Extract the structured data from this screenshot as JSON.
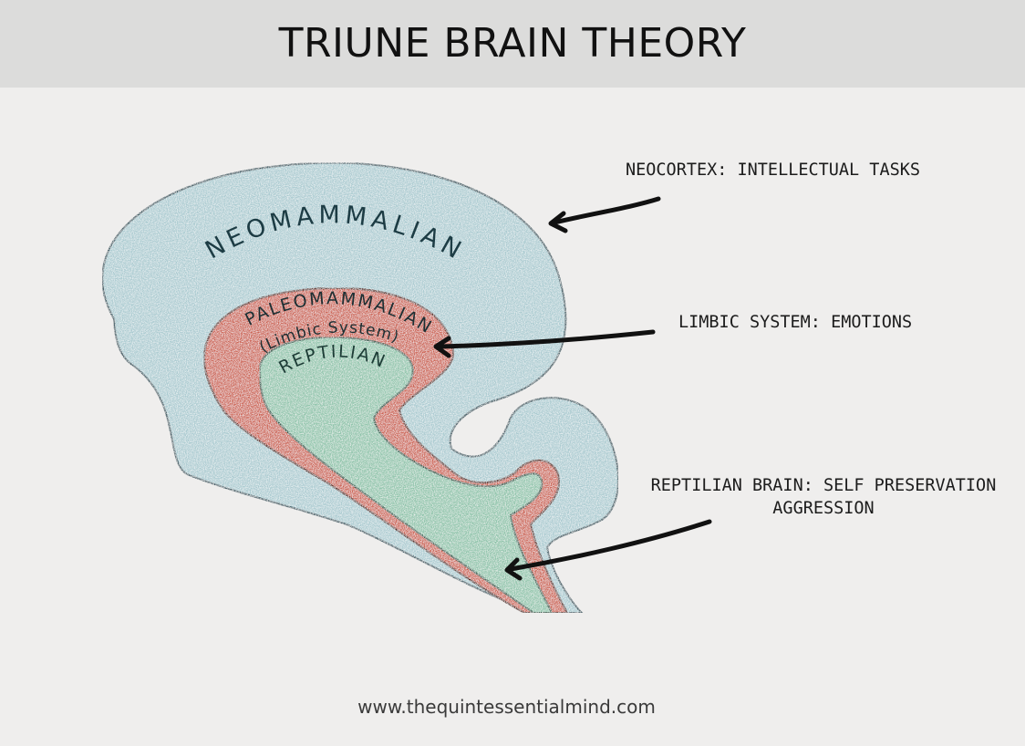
{
  "header": {
    "title": "TRIUNE BRAIN THEORY"
  },
  "diagram": {
    "layers": {
      "neomammalian": "NEOMAMMALIAN",
      "paleomammalian": "PALEOMAMMALIAN",
      "limbic_subtitle": "(Limbic System)",
      "reptilian": "REPTILIAN"
    },
    "annotations": {
      "neocortex": "NEOCORTEX: INTELLECTUAL TASKS",
      "limbic": "LIMBIC SYSTEM: EMOTIONS",
      "reptilian_line1": "REPTILIAN BRAIN: SELF PRESERVATION",
      "reptilian_line2": "AGGRESSION"
    },
    "colors": {
      "outer_layer": "#a9cad0",
      "middle_layer": "#cc5f4e",
      "inner_layer": "#8cc3a9",
      "outline": "#2f4f58",
      "arrow": "#111111"
    }
  },
  "footer": {
    "website": "www.thequintessentialmind.com"
  }
}
